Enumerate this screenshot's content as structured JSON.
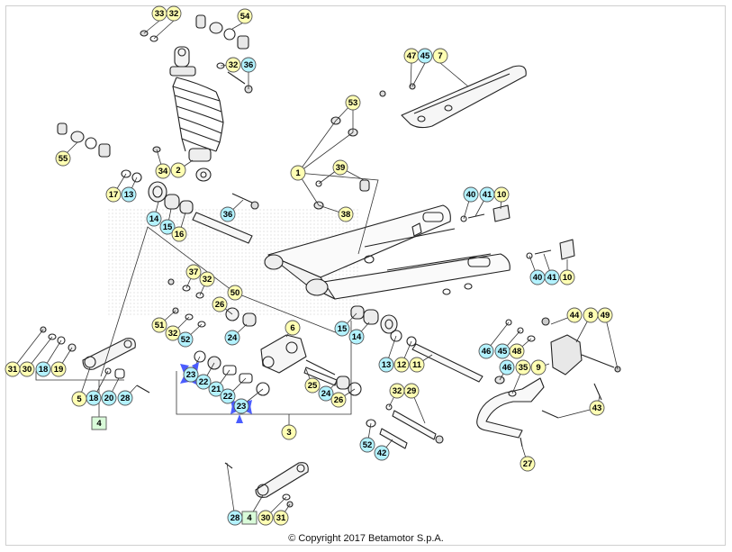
{
  "copyright": "© Copyright 2017 Betamotor S.p.A.",
  "colors": {
    "yellow_badge": "#ffffb3",
    "cyan_badge": "#b3f2ff",
    "green_badge": "#d9fbd9",
    "highlight_arrow": "#4a5cff",
    "line": "#222222"
  },
  "labels": [
    {
      "n": "33",
      "c": "yellow"
    },
    {
      "n": "32",
      "c": "yellow"
    },
    {
      "n": "54",
      "c": "yellow"
    },
    {
      "n": "32",
      "c": "yellow"
    },
    {
      "n": "36",
      "c": "cyan"
    },
    {
      "n": "47",
      "c": "yellow"
    },
    {
      "n": "45",
      "c": "cyan"
    },
    {
      "n": "7",
      "c": "yellow"
    },
    {
      "n": "53",
      "c": "yellow"
    },
    {
      "n": "55",
      "c": "yellow"
    },
    {
      "n": "34",
      "c": "yellow"
    },
    {
      "n": "2",
      "c": "yellow"
    },
    {
      "n": "17",
      "c": "yellow"
    },
    {
      "n": "13",
      "c": "cyan"
    },
    {
      "n": "1",
      "c": "yellow"
    },
    {
      "n": "39",
      "c": "yellow"
    },
    {
      "n": "38",
      "c": "yellow"
    },
    {
      "n": "40",
      "c": "cyan"
    },
    {
      "n": "41",
      "c": "cyan"
    },
    {
      "n": "10",
      "c": "yellow"
    },
    {
      "n": "36",
      "c": "cyan"
    },
    {
      "n": "14",
      "c": "cyan"
    },
    {
      "n": "15",
      "c": "cyan"
    },
    {
      "n": "16",
      "c": "yellow"
    },
    {
      "n": "40",
      "c": "cyan"
    },
    {
      "n": "41",
      "c": "cyan"
    },
    {
      "n": "10",
      "c": "yellow"
    },
    {
      "n": "37",
      "c": "yellow"
    },
    {
      "n": "32",
      "c": "yellow"
    },
    {
      "n": "50",
      "c": "yellow"
    },
    {
      "n": "26",
      "c": "yellow"
    },
    {
      "n": "6",
      "c": "yellow"
    },
    {
      "n": "51",
      "c": "yellow"
    },
    {
      "n": "32",
      "c": "yellow"
    },
    {
      "n": "52",
      "c": "cyan"
    },
    {
      "n": "24",
      "c": "cyan"
    },
    {
      "n": "15",
      "c": "cyan"
    },
    {
      "n": "14",
      "c": "cyan"
    },
    {
      "n": "44",
      "c": "yellow"
    },
    {
      "n": "8",
      "c": "yellow"
    },
    {
      "n": "49",
      "c": "yellow"
    },
    {
      "n": "46",
      "c": "cyan"
    },
    {
      "n": "45",
      "c": "cyan"
    },
    {
      "n": "48",
      "c": "yellow"
    },
    {
      "n": "31",
      "c": "yellow"
    },
    {
      "n": "30",
      "c": "yellow"
    },
    {
      "n": "18",
      "c": "cyan"
    },
    {
      "n": "19",
      "c": "yellow"
    },
    {
      "n": "23",
      "c": "cyan"
    },
    {
      "n": "13",
      "c": "cyan"
    },
    {
      "n": "12",
      "c": "yellow"
    },
    {
      "n": "11",
      "c": "yellow"
    },
    {
      "n": "46",
      "c": "cyan"
    },
    {
      "n": "35",
      "c": "yellow"
    },
    {
      "n": "9",
      "c": "yellow"
    },
    {
      "n": "22",
      "c": "cyan"
    },
    {
      "n": "21",
      "c": "cyan"
    },
    {
      "n": "25",
      "c": "yellow"
    },
    {
      "n": "24",
      "c": "cyan"
    },
    {
      "n": "26",
      "c": "yellow"
    },
    {
      "n": "5",
      "c": "yellow"
    },
    {
      "n": "18",
      "c": "cyan"
    },
    {
      "n": "20",
      "c": "cyan"
    },
    {
      "n": "28",
      "c": "cyan"
    },
    {
      "n": "22",
      "c": "cyan"
    },
    {
      "n": "23",
      "c": "cyan"
    },
    {
      "n": "32",
      "c": "yellow"
    },
    {
      "n": "29",
      "c": "yellow"
    },
    {
      "n": "43",
      "c": "yellow"
    },
    {
      "n": "4",
      "c": "green"
    },
    {
      "n": "3",
      "c": "yellow"
    },
    {
      "n": "52",
      "c": "cyan"
    },
    {
      "n": "42",
      "c": "cyan"
    },
    {
      "n": "27",
      "c": "yellow"
    },
    {
      "n": "28",
      "c": "cyan"
    },
    {
      "n": "4",
      "c": "green"
    },
    {
      "n": "30",
      "c": "yellow"
    },
    {
      "n": "31",
      "c": "yellow"
    }
  ]
}
